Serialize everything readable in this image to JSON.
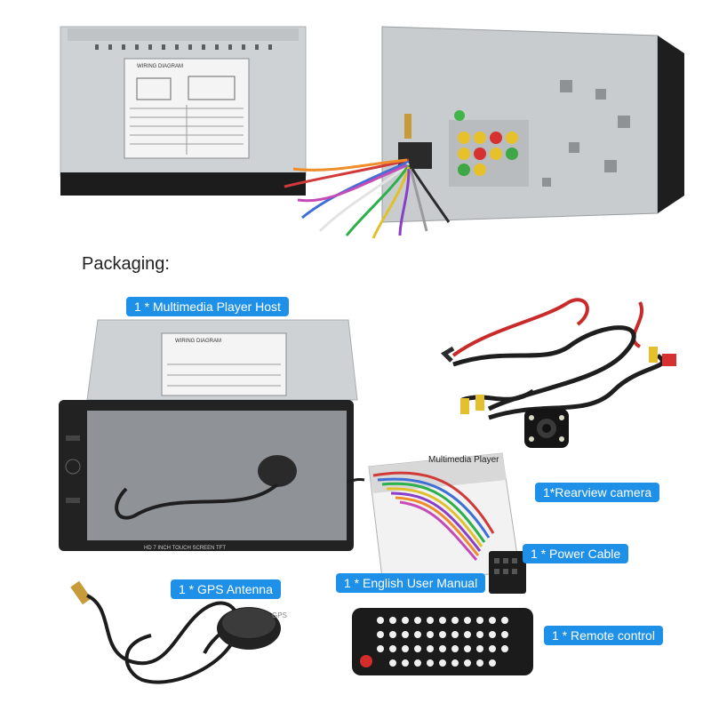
{
  "section_heading": "Packaging:",
  "labels": {
    "host": "1 * Multimedia Player Host",
    "camera": "1*Rearview camera",
    "power": "1 * Power Cable",
    "gps": "1 * GPS Antenna",
    "manual": "1 * English User Manual",
    "remote": "1 * Remote control"
  },
  "printed_text": {
    "wiring_diagram": "WIRING DIAGRAM",
    "bezel_model": "HD 7 INCH TOUCH SCREEN TFT",
    "manual_title": "Multimedia Player",
    "gps_marking": "GPS"
  },
  "colors": {
    "label_bg": "#1e90e8",
    "label_text": "#ffffff",
    "chassis": "#cfd2d4",
    "screen": "#8f9397",
    "bezel": "#222222"
  },
  "icons": {
    "remote_buttons": "circle-button-grid",
    "power_button": "red-power-button"
  }
}
